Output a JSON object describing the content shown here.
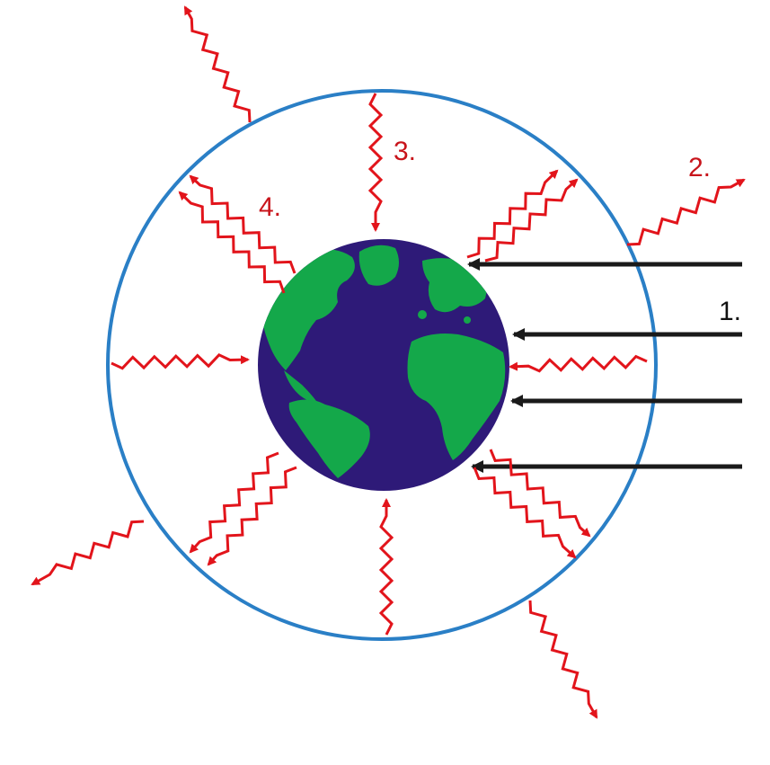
{
  "labels": {
    "incoming_sunlight": "1.",
    "emitted_to_space": "2.",
    "back_radiation": "3.",
    "surface_emission": "4."
  },
  "colors": {
    "atmosphere_ring": "#2a7fc6",
    "infrared_arrows": "#e2141b",
    "sunlight_arrows": "#1a1a1a",
    "ocean": "#2e1a78",
    "land": "#14a84a",
    "label_red": "#c8141b",
    "label_black": "#111111"
  }
}
